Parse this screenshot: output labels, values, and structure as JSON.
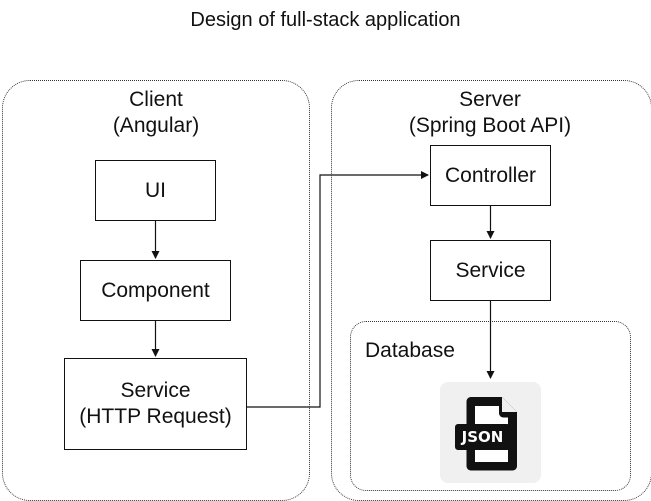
{
  "diagram": {
    "title": "Design of full-stack application",
    "client": {
      "heading_line1": "Client",
      "heading_line2": "(Angular)",
      "ui_label": "UI",
      "component_label": "Component",
      "service_line1": "Service",
      "service_line2": "(HTTP Request)"
    },
    "server": {
      "heading_line1": "Server",
      "heading_line2": "(Spring Boot API)",
      "controller_label": "Controller",
      "service_label": "Service"
    },
    "database": {
      "label": "Database",
      "icon_name": "json-file-icon",
      "icon_text": "JSON"
    },
    "colors": {
      "line": "#111111",
      "dotted_border": "#333333",
      "icon_tile": "#f0f0f0",
      "icon_dark": "#111111",
      "icon_light": "#ffffff"
    }
  }
}
